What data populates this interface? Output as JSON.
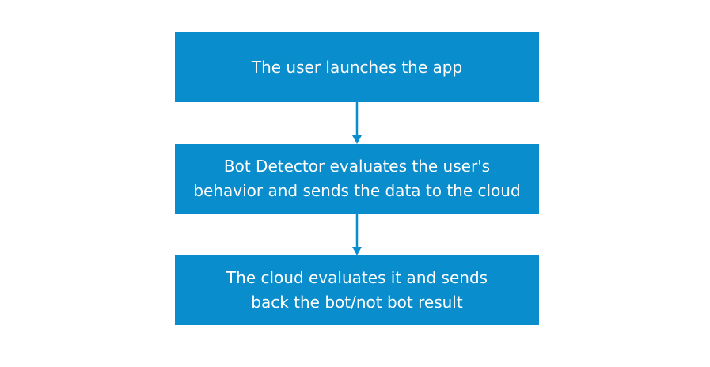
{
  "flowchart": {
    "steps": [
      {
        "lines": [
          "The user launches the app"
        ]
      },
      {
        "lines": [
          "Bot Detector evaluates the user's",
          "behavior and sends the data to the cloud"
        ]
      },
      {
        "lines": [
          "The cloud evaluates it and sends",
          "back the bot/not bot result"
        ]
      }
    ],
    "colors": {
      "box_fill": "#0a8dcc",
      "box_text": "#ffffff",
      "arrow": "#0a8dcc"
    }
  }
}
